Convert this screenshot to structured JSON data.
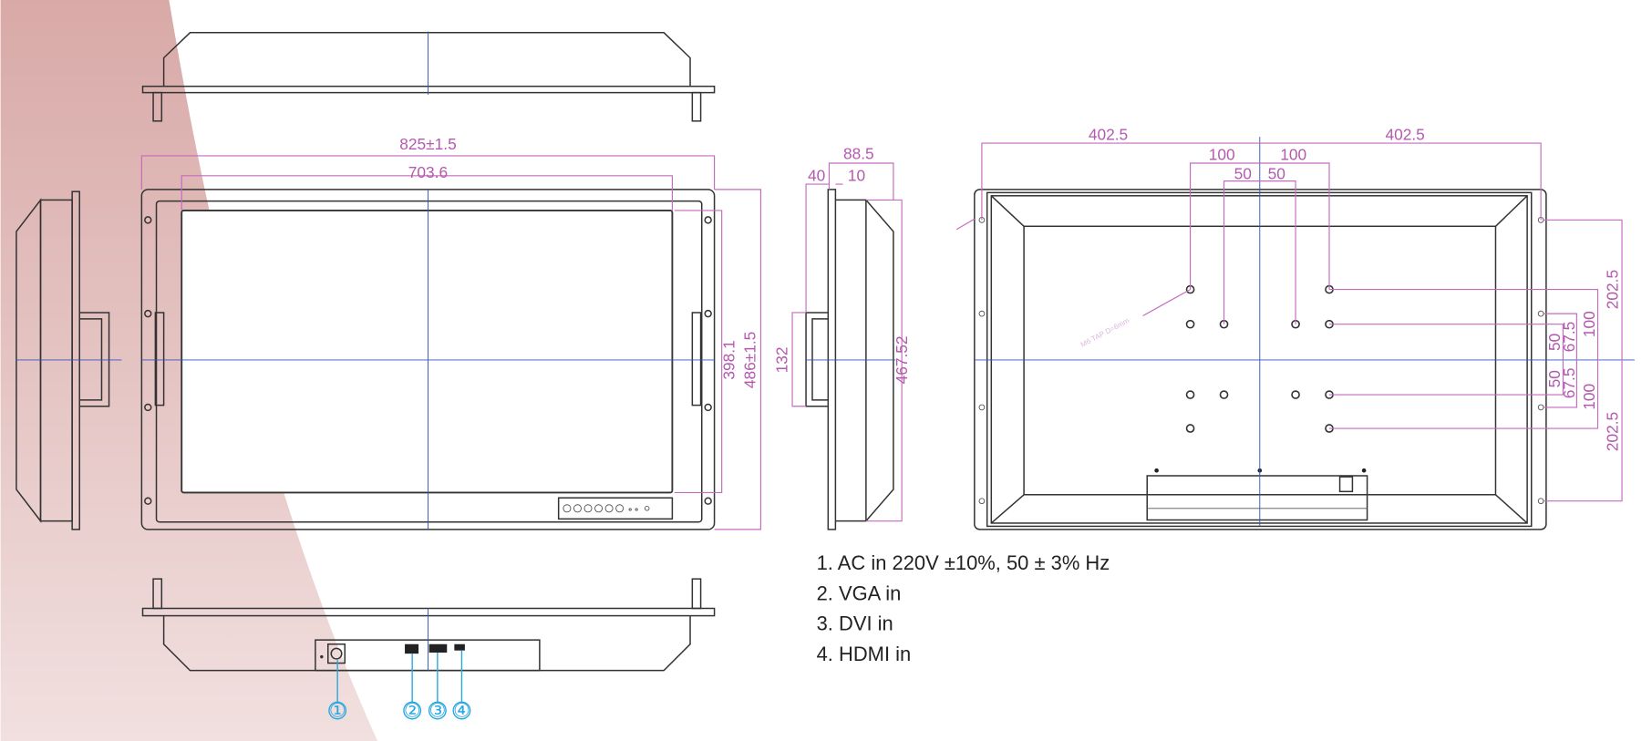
{
  "front_dims": {
    "overall_width": "825±1.5",
    "screen_width": "703.6",
    "screen_height": "398.1",
    "overall_height": "486±1.5"
  },
  "side_dims": {
    "depth_total": "88.5",
    "flange": "40",
    "offset": "10",
    "body_height": "467.52",
    "handle": "132"
  },
  "back_dims": {
    "half_left": "402.5",
    "half_right": "402.5",
    "vesa200_left": "100",
    "vesa200_right": "100",
    "vesa100_left": "50",
    "vesa100_right": "50",
    "v_upper": "202.5",
    "v_lower": "202.5",
    "v100_upper": "100",
    "v100_lower": "100",
    "v675_upper": "67.5",
    "v675_lower": "67.5",
    "v50_upper": "50",
    "v50_lower": "50",
    "tap_note": "M6 TAP D=6mm"
  },
  "callouts": [
    "①",
    "②",
    "③",
    "④"
  ],
  "legend": [
    "1. AC in 220V ±10%, 50 ± 3% Hz",
    "2. VGA in",
    "3. DVI in",
    "4. HDMI in"
  ],
  "colors": {
    "dimension": "#c36bbd",
    "centerline": "#3355bb",
    "callout": "#29a6e0"
  }
}
